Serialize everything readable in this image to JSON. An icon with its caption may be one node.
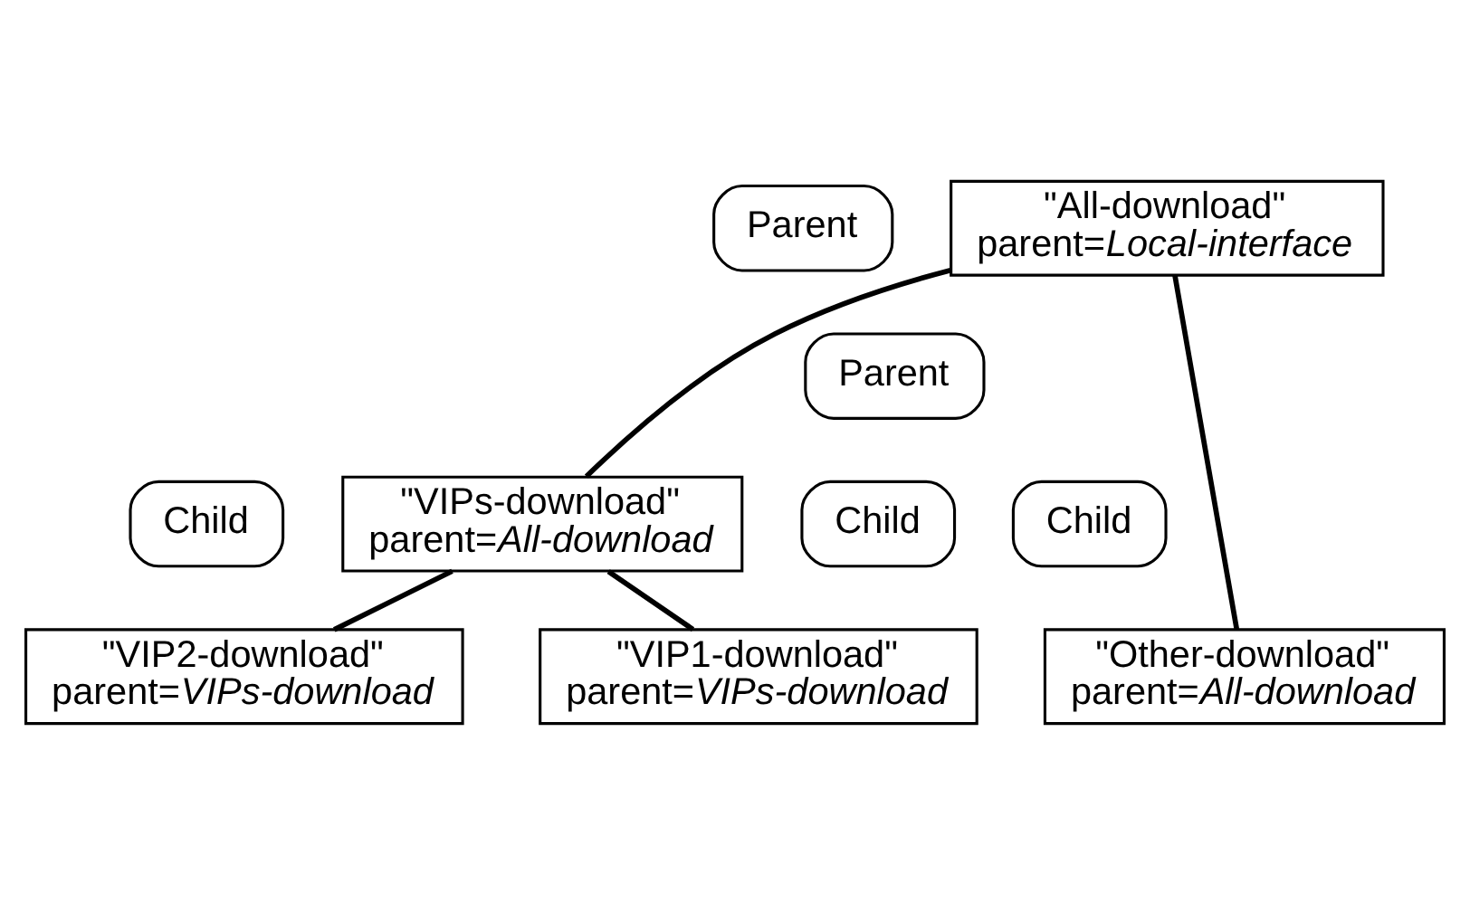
{
  "diagram": {
    "nodes": [
      {
        "text": [
          "\"All-download\"",
          "parent=*Local-interface*"
        ]
      },
      {
        "text": [
          "Parent"
        ]
      },
      {
        "text": [
          "Parent"
        ]
      },
      {
        "text": [
          "\"VIPs-download\"",
          "parent=*All-download*"
        ]
      },
      {
        "text": [
          "Child"
        ]
      },
      {
        "text": [
          "Child"
        ]
      },
      {
        "text": [
          "Child"
        ]
      },
      {
        "text": [
          "\"Other-download\"",
          "parent=*All-download*"
        ]
      },
      {
        "text": [
          "\"VIP2-download\"",
          "parent=*VIPs-download*"
        ]
      },
      {
        "text": [
          "\"VIP1-download\"",
          "parent=*VIPs-download*"
        ]
      }
    ],
    "edges": [
      {
        "from": 0,
        "to": 3,
        "arrow": "none"
      },
      {
        "from": 0,
        "to": 7,
        "arrow": "none"
      },
      {
        "from": 3,
        "to": 8,
        "arrow": "none"
      },
      {
        "from": 3,
        "to": 9,
        "arrow": "none"
      }
    ]
  }
}
